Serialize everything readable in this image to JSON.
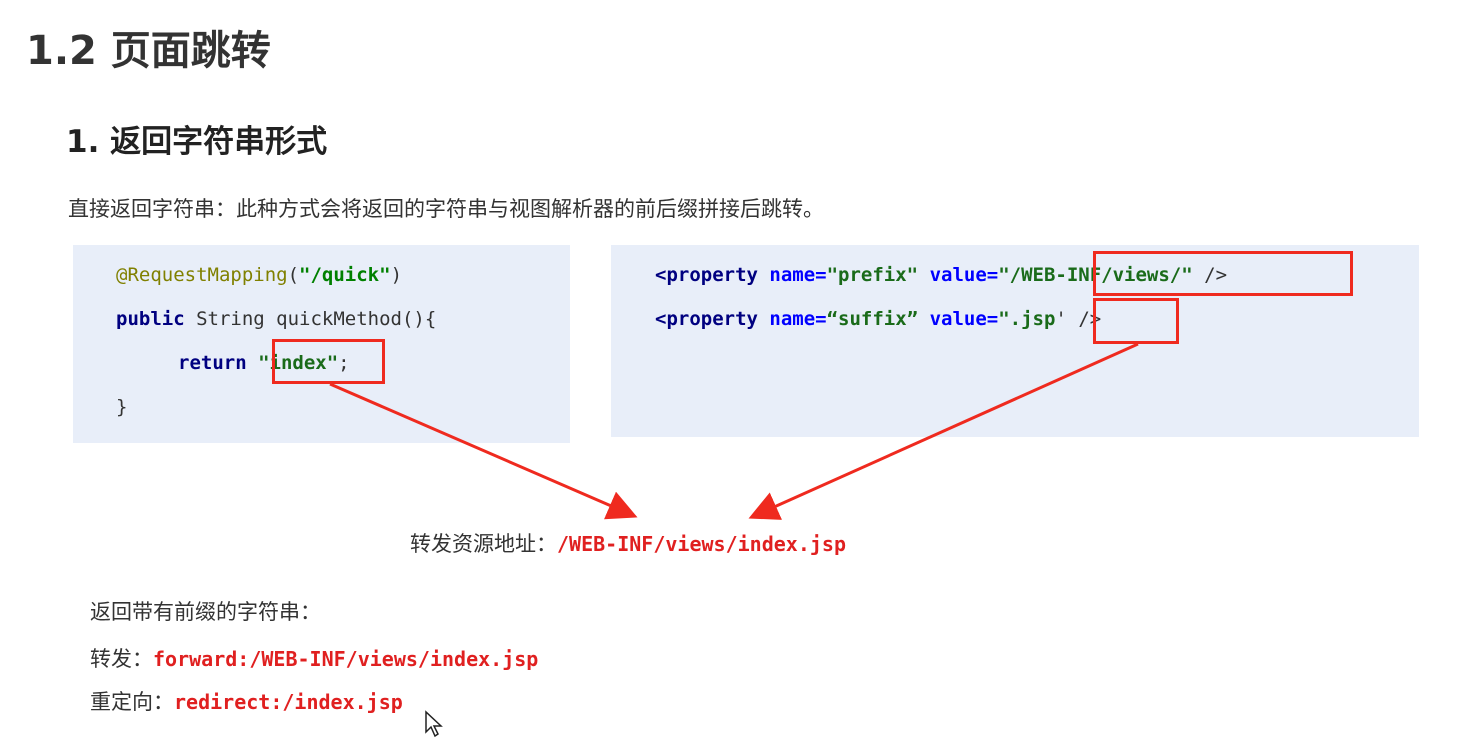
{
  "title": "1.2 页面跳转",
  "section": "1. 返回字符串形式",
  "description": "直接返回字符串：此种方式会将返回的字符串与视图解析器的前后缀拼接后跳转。",
  "code_left": {
    "line1_anno": "@RequestMapping",
    "line1_open": "(",
    "line1_str": "\"/quick\"",
    "line1_close": ")",
    "line2_kw": "public",
    "line2_rest": " String quickMethod(){",
    "line3_kw": "return",
    "line3_str": "\"index\"",
    "line3_end": ";",
    "line4": "}"
  },
  "code_right": {
    "line1_tag": "<property",
    "line1_name_attr": "name=",
    "line1_name_val": "\"prefix\"",
    "line1_value_attr": "value=",
    "line1_value_val": "\"/WEB-INF/views/\"",
    "line1_end": " />",
    "line2_tag": "<property",
    "line2_name_attr": "name=",
    "line2_name_val": "“suffix”",
    "line2_value_attr": "value=",
    "line2_value_val": "\".jsp",
    "line2_quote": "'",
    "line2_end": " />"
  },
  "forward_result": {
    "label": "转发资源地址：",
    "value": "/WEB-INF/views/index.jsp"
  },
  "prefixed": {
    "heading": "返回带有前缀的字符串：",
    "forward_label": "转发：",
    "forward_value": "forward:/WEB-INF/views/index.jsp",
    "redirect_label": "重定向：",
    "redirect_value": "redirect:/index.jsp"
  },
  "colors": {
    "accent_red": "#ef2a1f",
    "code_bg": "#e8eef9"
  }
}
